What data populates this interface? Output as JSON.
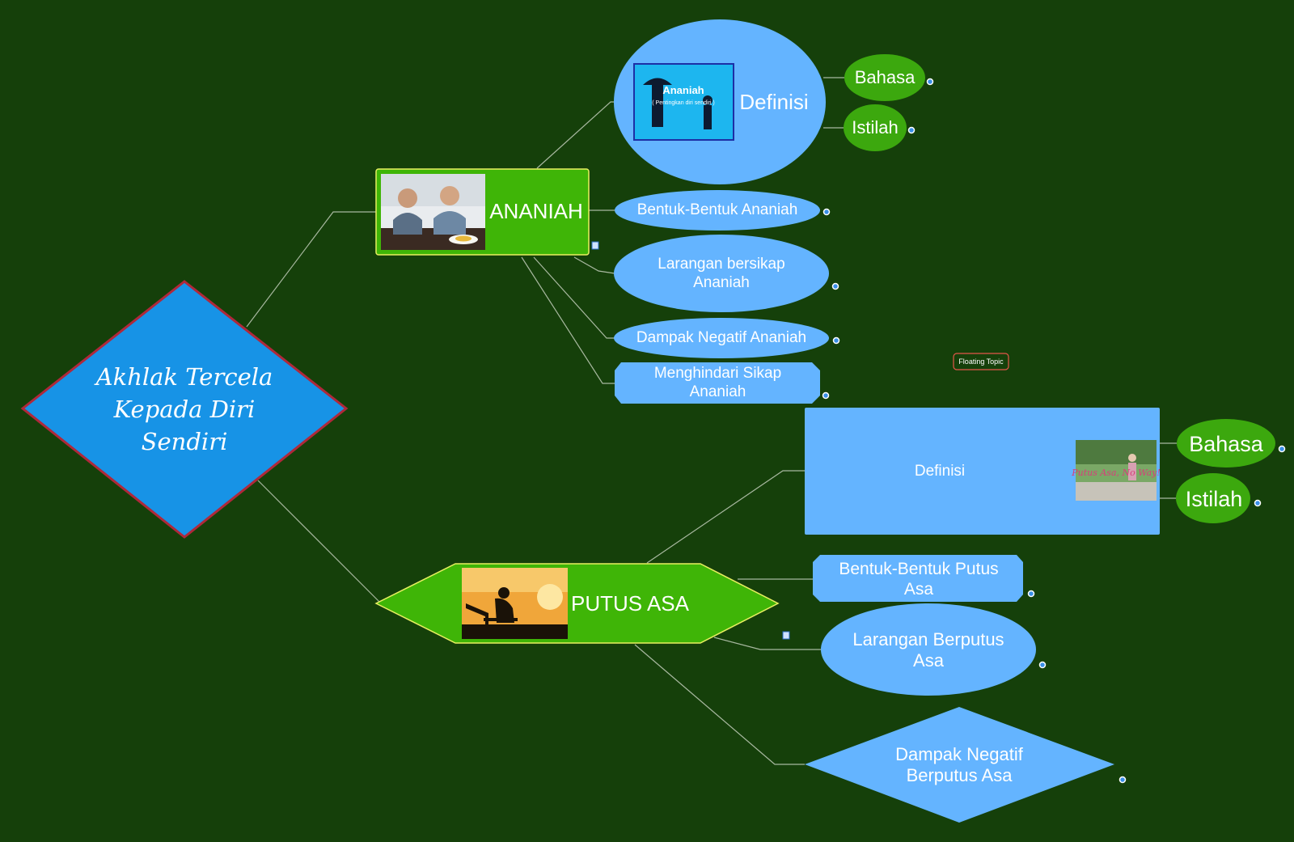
{
  "central": {
    "label": "Akhlak Tercela Kepada Diri Sendiri"
  },
  "ananiah": {
    "label": "ANANIAH",
    "image_desc": "two-boys-eating-photo",
    "definisi": {
      "label": "Definisi",
      "image_title": "Ananiah",
      "image_subtitle": "( Pentingkan diri sendiri )"
    },
    "children": {
      "bahasa": "Bahasa",
      "istilah": "Istilah",
      "bentuk": "Bentuk-Bentuk Ananiah",
      "larangan": "Larangan bersikap Ananiah",
      "dampak": "Dampak Negatif Ananiah",
      "menghindari": "Menghindari Sikap Ananiah"
    }
  },
  "putus_asa": {
    "label": "PUTUS ASA",
    "image_desc": "man-sitting-on-bench-sunset-photo",
    "definisi": {
      "label": "Definisi",
      "image_text": "Putus Asa, No Way!"
    },
    "children": {
      "bahasa": "Bahasa",
      "istilah": "Istilah",
      "bentuk": "Bentuk-Bentuk Putus Asa",
      "larangan": "Larangan Berputus Asa",
      "dampak": "Dampak Negatif Berputus Asa"
    }
  },
  "floating": {
    "label": "Floating Topic"
  },
  "colors": {
    "background": "#15400a",
    "central_fill": "#1793e6",
    "central_border": "#b0283a",
    "main_fill": "#3fb507",
    "main_border": "#e8f060",
    "sub_fill": "#64b4ff",
    "leaf_fill": "#3ca80e",
    "line": "#a8b8a0"
  }
}
